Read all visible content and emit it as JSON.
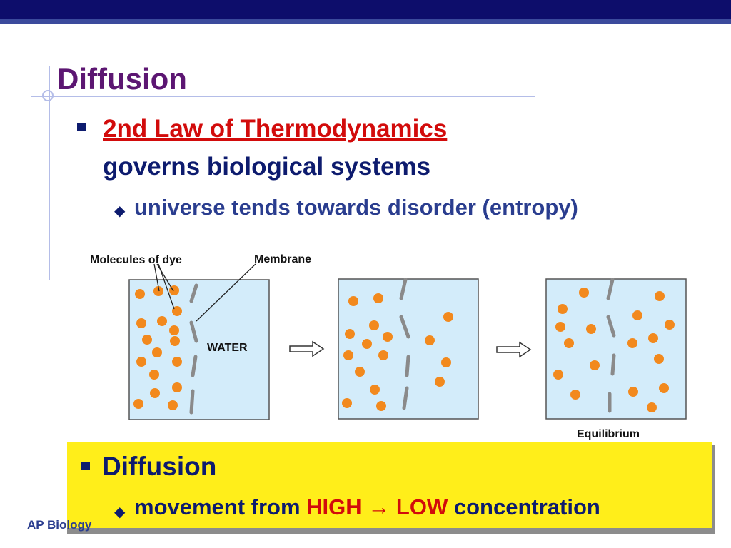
{
  "slide": {
    "title": "Diffusion",
    "footer": "AP Biology"
  },
  "bullets": {
    "law_title": "2nd Law of Thermodynamics",
    "law_text": "governs biological systems",
    "sub_point": "universe tends towards disorder (entropy)"
  },
  "diagram": {
    "label_molecules": "Molecules of dye",
    "label_membrane": "Membrane",
    "label_water": "WATER",
    "label_equilibrium": "Equilibrium",
    "dye_color": "#f2891d",
    "water_color": "#d3ecfa"
  },
  "highlight": {
    "heading": "Diffusion",
    "text_start": "movement from ",
    "high": "HIGH",
    "arrow": "→",
    "low": "LOW",
    "text_end": " concentration",
    "background": "#ffee1a"
  }
}
